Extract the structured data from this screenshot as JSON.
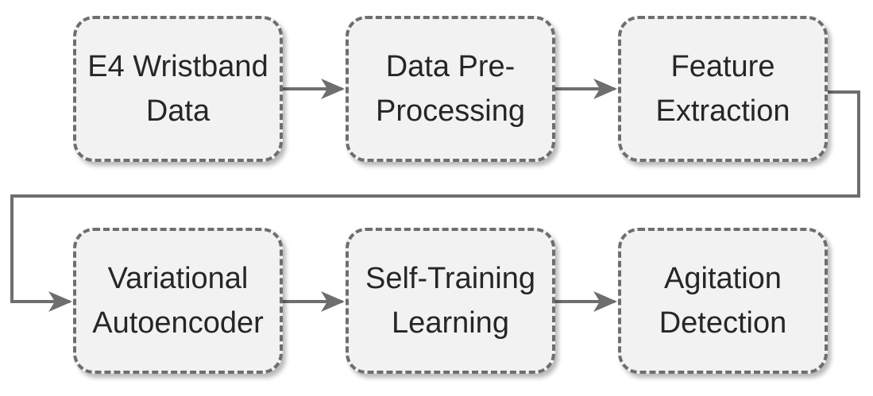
{
  "diagram": {
    "nodes": [
      {
        "id": "n1",
        "lines": [
          "E4 Wristband",
          "Data"
        ]
      },
      {
        "id": "n2",
        "lines": [
          "Data Pre-",
          "Processing"
        ]
      },
      {
        "id": "n3",
        "lines": [
          "Feature",
          "Extraction"
        ]
      },
      {
        "id": "n4",
        "lines": [
          "Variational",
          "Autoencoder"
        ]
      },
      {
        "id": "n5",
        "lines": [
          "Self-Training",
          "Learning"
        ]
      },
      {
        "id": "n6",
        "lines": [
          "Agitation",
          "Detection"
        ]
      }
    ],
    "edges": [
      {
        "from": "n1",
        "to": "n2"
      },
      {
        "from": "n2",
        "to": "n3"
      },
      {
        "from": "n3",
        "to": "n4"
      },
      {
        "from": "n4",
        "to": "n5"
      },
      {
        "from": "n5",
        "to": "n6"
      }
    ],
    "colors": {
      "node_fill": "#f2f2f2",
      "node_border": "#6e6e6e",
      "text": "#262626",
      "arrow": "#6e6e6e"
    }
  }
}
